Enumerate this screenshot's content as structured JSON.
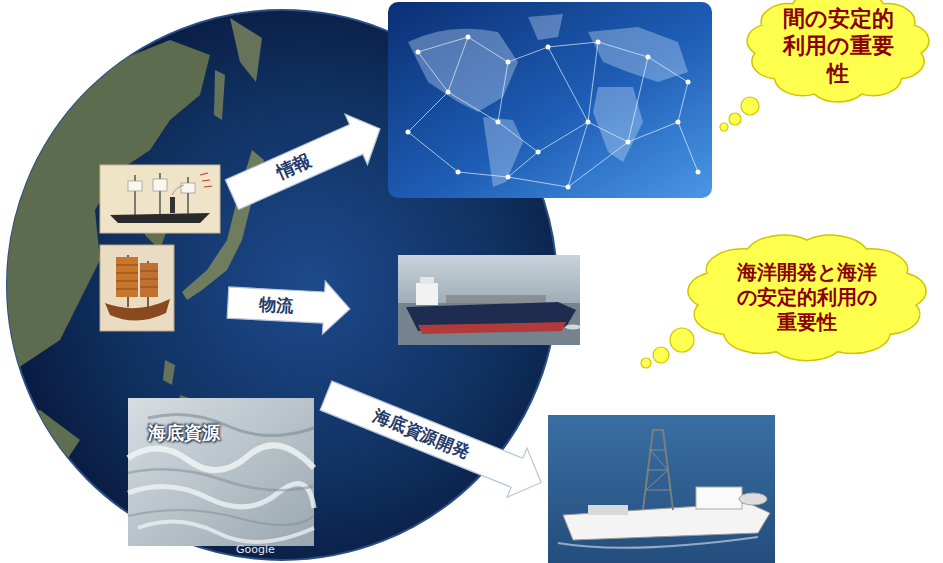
{
  "diagram": {
    "nodes": [
      {
        "text": [
          "間の安定的 利用の重要 性"
        ]
      },
      {
        "text": [
          "情報"
        ]
      },
      {
        "text": [
          "海洋開発と海洋 の安定的利用の 重要性"
        ]
      },
      {
        "text": [
          "物流"
        ]
      },
      {
        "text": [
          "海底資源"
        ]
      },
      {
        "text": [
          "海底資源開発"
        ]
      }
    ],
    "labels": [
      "Google"
    ]
  }
}
